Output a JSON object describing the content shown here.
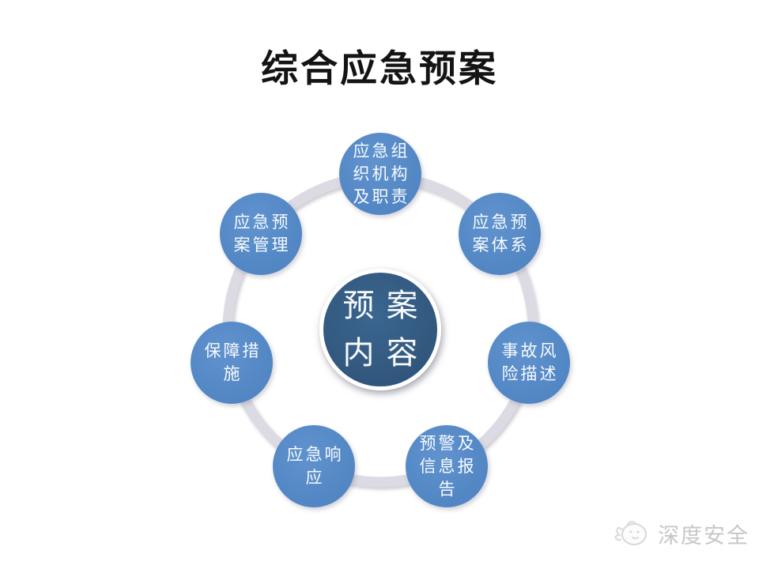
{
  "title": "综合应急预案",
  "diagram": {
    "type": "radial-cycle",
    "center": {
      "text": "预案\n内容",
      "color": "#33597f"
    },
    "nodes": [
      {
        "text": "应急组\n织机构\n及职责",
        "label": "应急组织机构及职责"
      },
      {
        "text": "应急预\n案体系",
        "label": "应急预案体系"
      },
      {
        "text": "事故风\n险描述",
        "label": "事故风险描述"
      },
      {
        "text": "预警及\n信息报\n告",
        "label": "预警及信息报告"
      },
      {
        "text": "应急响\n应",
        "label": "应急响应"
      },
      {
        "text": "保障措\n施",
        "label": "保障措施"
      },
      {
        "text": "应急预\n案管理",
        "label": "应急预案管理"
      }
    ],
    "colors": {
      "satellite_blue": "#5589c6",
      "center_blue": "#33597f",
      "ring_gray": "#dcdbe3",
      "text_white": "#ffffff"
    }
  },
  "watermark": {
    "text": "深度安全",
    "icon": "mascot-logo-icon",
    "color": "#c6c6c6"
  }
}
